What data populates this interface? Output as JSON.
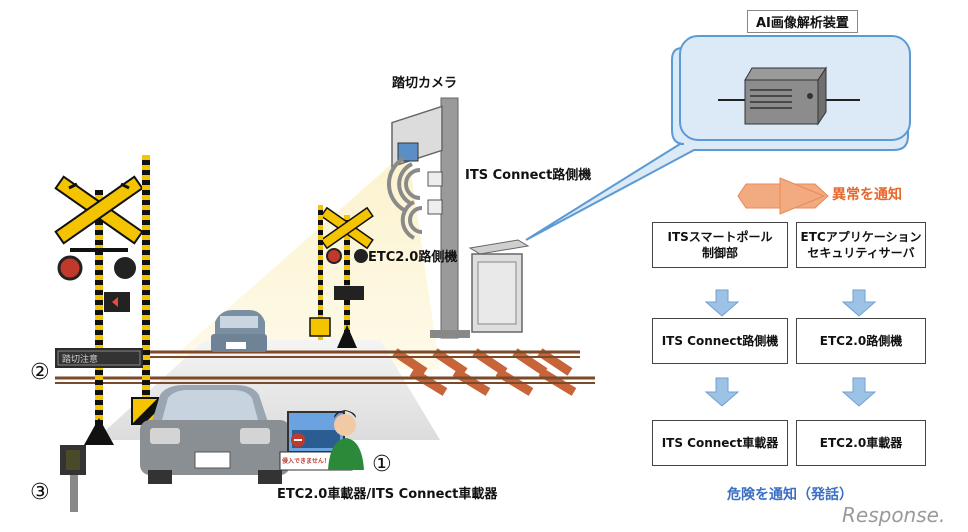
{
  "labels": {
    "ai_device": "AI画像解析装置",
    "crossing_camera": "踏切カメラ",
    "its_roadside_top": "ITS Connect路側機",
    "etc_roadside_top": "ETC2.0路側機",
    "onboard": "ETC2.0車載器/ITS Connect車載器",
    "crossing_sign": "踏切注意",
    "alert_small": "侵入できません！",
    "anomaly": "異常を通知",
    "danger": "危険を通知（発話）",
    "watermark": "Response."
  },
  "markers": {
    "m1": "①",
    "m2": "②",
    "m3": "③"
  },
  "flow": {
    "left": [
      "ITSスマートポール\n制御部",
      "ITS Connect路側機",
      "ITS Connect車載器"
    ],
    "right": [
      "ETCアプリケーション\nセキュリティサーバ",
      "ETC2.0路側機",
      "ETC2.0車載器"
    ]
  },
  "colors": {
    "accent_orange": "#e8662a",
    "arrow_blue": "#9cc3e6",
    "bubble_blue": "#5b9bd5",
    "bubble_fill": "#dce9f7",
    "text_blue": "#3a6fc4"
  }
}
